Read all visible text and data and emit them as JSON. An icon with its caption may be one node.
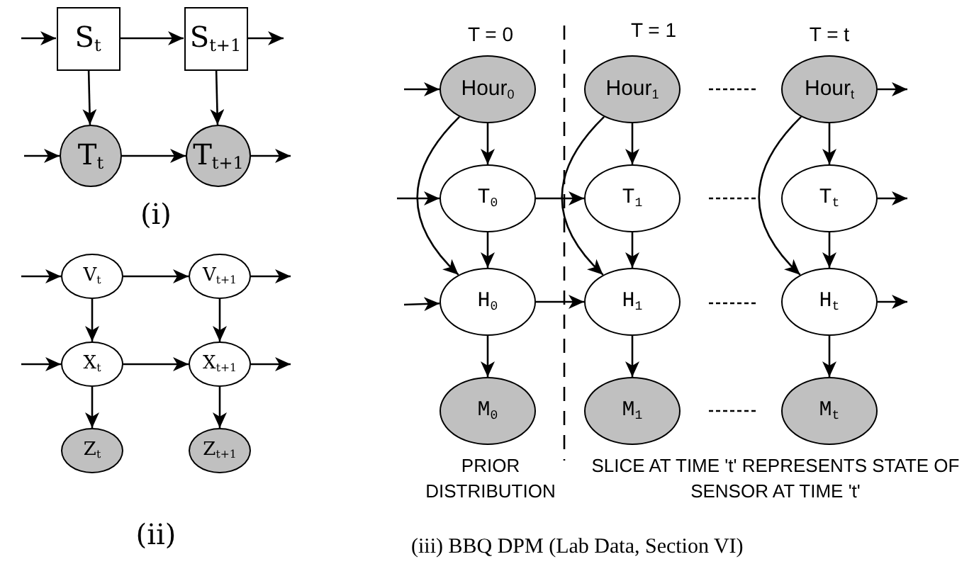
{
  "diagram": {
    "caption": "(iii) BBQ DPM (Lab Data, Section VI)",
    "nodes": [
      {
        "text": [
          "S$_{t}$"
        ]
      },
      {
        "text": [
          "S$_{t+1}$"
        ]
      },
      {
        "text": [
          "T$_{t}$"
        ]
      },
      {
        "text": [
          "T$_{t+1}$"
        ]
      },
      {
        "text": [
          "V$_{t}$"
        ]
      },
      {
        "text": [
          "V$_{t+1}$"
        ]
      },
      {
        "text": [
          "X$_{t}$"
        ]
      },
      {
        "text": [
          "X$_{t+1}$"
        ]
      },
      {
        "text": [
          "Z$_{t}$"
        ]
      },
      {
        "text": [
          "Z$_{t+1}$"
        ]
      },
      {
        "text": [
          "Hour$_{0}$"
        ]
      },
      {
        "text": [
          "Hour$_{1}$"
        ]
      },
      {
        "text": [
          "Hour$_{t}$"
        ]
      },
      {
        "text": [
          "T$_{0}$"
        ]
      },
      {
        "text": [
          "T$_{1}$"
        ]
      },
      {
        "text": [
          "T$_{t}$"
        ]
      },
      {
        "text": [
          "H$_{0}$"
        ]
      },
      {
        "text": [
          "H$_{1}$"
        ]
      },
      {
        "text": [
          "H$_{t}$"
        ]
      },
      {
        "text": [
          "M$_{0}$"
        ]
      },
      {
        "text": [
          "M$_{1}$"
        ]
      },
      {
        "text": [
          "M$_{t}$"
        ]
      }
    ],
    "edges": [
      {
        "from": null,
        "to": 0,
        "arrow": "to"
      },
      {
        "from": 0,
        "to": 1,
        "arrow": "to"
      },
      {
        "from": 1,
        "to": null,
        "arrow": "to"
      },
      {
        "from": 0,
        "to": 2,
        "arrow": "to"
      },
      {
        "from": 1,
        "to": 3,
        "arrow": "to"
      },
      {
        "from": null,
        "to": 2,
        "arrow": "to"
      },
      {
        "from": 2,
        "to": 3,
        "arrow": "to"
      },
      {
        "from": 3,
        "to": null,
        "arrow": "to"
      },
      {
        "from": null,
        "to": 4,
        "arrow": "to"
      },
      {
        "from": 4,
        "to": 5,
        "arrow": "to"
      },
      {
        "from": 5,
        "to": null,
        "arrow": "to"
      },
      {
        "from": 4,
        "to": 6,
        "arrow": "to"
      },
      {
        "from": 5,
        "to": 7,
        "arrow": "to"
      },
      {
        "from": null,
        "to": 6,
        "arrow": "to"
      },
      {
        "from": 6,
        "to": 7,
        "arrow": "to"
      },
      {
        "from": 7,
        "to": null,
        "arrow": "to"
      },
      {
        "from": 6,
        "to": 8,
        "arrow": "to"
      },
      {
        "from": 7,
        "to": 9,
        "arrow": "to"
      },
      {
        "from": null,
        "to": 10,
        "arrow": "to"
      },
      {
        "from": 10,
        "to": 13,
        "arrow": "to"
      },
      {
        "from": 11,
        "to": 14,
        "arrow": "to"
      },
      {
        "from": 12,
        "to": 15,
        "arrow": "to"
      },
      {
        "from": 12,
        "to": null,
        "arrow": "to"
      },
      {
        "from": null,
        "to": 13,
        "arrow": "to"
      },
      {
        "from": 13,
        "to": 14,
        "arrow": "to"
      },
      {
        "from": 15,
        "to": null,
        "arrow": "to"
      },
      {
        "from": 13,
        "to": 16,
        "arrow": "to"
      },
      {
        "from": 14,
        "to": 17,
        "arrow": "to"
      },
      {
        "from": 15,
        "to": 18,
        "arrow": "to"
      },
      {
        "from": null,
        "to": 16,
        "arrow": "to"
      },
      {
        "from": 16,
        "to": 17,
        "arrow": "to"
      },
      {
        "from": 18,
        "to": null,
        "arrow": "to"
      },
      {
        "from": 16,
        "to": 19,
        "arrow": "to"
      },
      {
        "from": 17,
        "to": 20,
        "arrow": "to"
      },
      {
        "from": 18,
        "to": 21,
        "arrow": "to"
      },
      {
        "from": 10,
        "to": 16,
        "arrow": "to"
      },
      {
        "from": 11,
        "to": 17,
        "arrow": "to"
      },
      {
        "from": 12,
        "to": 18,
        "arrow": "to"
      }
    ],
    "labels": [
      "(i)",
      "(ii)",
      "T = 0",
      "T = 1",
      "T = t",
      "PRIOR DISTRIBUTION",
      "SLICE AT TIME 't' REPRESENTS STATE OF SENSOR AT TIME 't'"
    ]
  }
}
